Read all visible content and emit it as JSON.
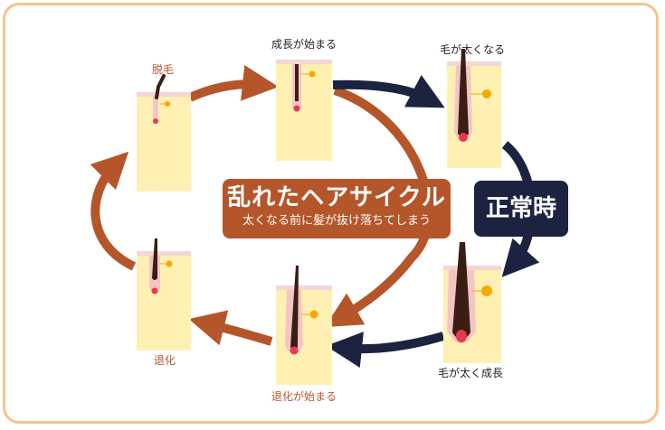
{
  "stages": {
    "growth_start": "成長が始まる",
    "thickening": "毛が太くなる",
    "thick_growth": "毛が太く成長",
    "regression_start": "退化が始まる",
    "regression": "退化",
    "shedding": "脱毛"
  },
  "irregular_cycle": {
    "title": "乱れたヘアサイクル",
    "subtitle": "太くなる前に髪が抜け落ちてしまう"
  },
  "normal_cycle": {
    "title": "正常時"
  },
  "colors": {
    "frame_border": "#f6c28e",
    "irregular_arrow": "#b5562a",
    "normal_arrow": "#1c2341",
    "skin": "#fdf0b2",
    "hair": "#3a1e14",
    "follicle_bulb": "#e8384f",
    "gland": "#f5a800"
  }
}
